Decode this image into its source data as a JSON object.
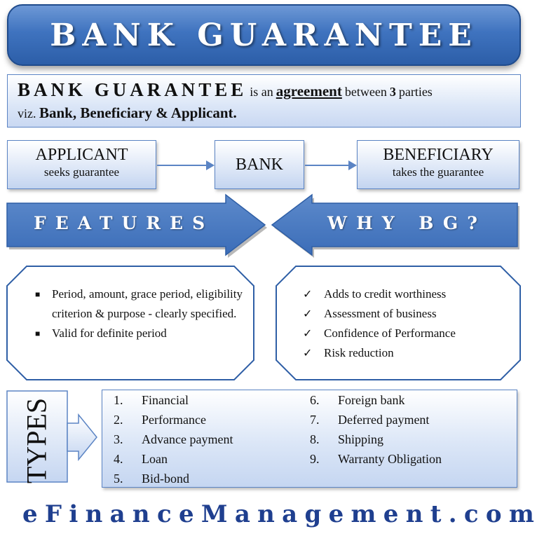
{
  "title": "BANK GUARANTEE",
  "definition": {
    "term": "BANK GUARANTEE",
    "part1": "is an",
    "keyword": "agreement",
    "part2": "between",
    "count": "3",
    "part3": "parties",
    "prefix": "viz.",
    "parties": "Bank, Beneficiary & Applicant."
  },
  "parties": {
    "applicant": {
      "name": "APPLICANT",
      "role": "seeks guarantee"
    },
    "bank": {
      "name": "BANK"
    },
    "beneficiary": {
      "name": "BENEFICIARY",
      "role": "takes the guarantee"
    }
  },
  "sections": {
    "features_label": "FEATURES",
    "why_label": "WHY BG?"
  },
  "features": [
    "Period, amount, grace period, eligibility criterion & purpose - clearly specified.",
    "Valid for definite period"
  ],
  "why": [
    "Adds to credit worthiness",
    "Assessment of  business",
    "Confidence of Performance",
    "Risk reduction"
  ],
  "types": {
    "label": "TYPES",
    "left": [
      {
        "num": "1.",
        "text": "Financial"
      },
      {
        "num": "2.",
        "text": "Performance"
      },
      {
        "num": "3.",
        "text": "Advance payment"
      },
      {
        "num": "4.",
        "text": "Loan"
      },
      {
        "num": "5.",
        "text": "Bid-bond"
      }
    ],
    "right": [
      {
        "num": "6.",
        "text": "Foreign bank"
      },
      {
        "num": "7.",
        "text": "Deferred payment"
      },
      {
        "num": "8.",
        "text": "Shipping"
      },
      {
        "num": "9.",
        "text": "Warranty Obligation"
      }
    ]
  },
  "icons": {
    "bullet": "square-bullet-icon",
    "check": "checkmark-icon"
  },
  "colors": {
    "primary": "#3f73bf",
    "light": "#dbe6f7",
    "border": "#5b84c4",
    "footer": "#1f3f8f"
  },
  "footer": "eFinanceManagement.com"
}
